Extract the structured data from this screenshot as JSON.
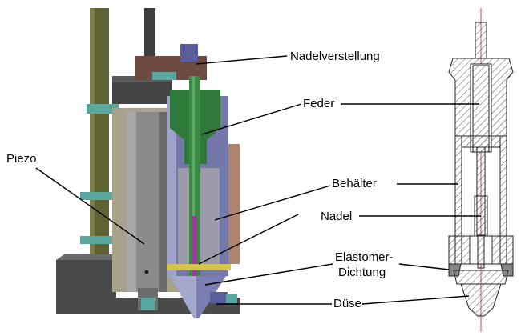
{
  "labels": {
    "nadelverstellung": "Nadelverstellung",
    "feder": "Feder",
    "piezo": "Piezo",
    "behaelter": "Behälter",
    "nadel": "Nadel",
    "dichtung_line1": "Elastomer-",
    "dichtung_line2": "Dichtung",
    "duese": "Düse"
  },
  "colors": {
    "olive_frame": "#5f6232",
    "steel_dark": "#5a5a5a",
    "steel_light": "#c9c9c9",
    "piezo_gray": "#8a8a8a",
    "housing_blue": "#7378a8",
    "needle_green": "#2f7a3a",
    "adjuster_brown": "#6d4b43",
    "fitting_teal": "#5aa7a0",
    "reservoir_tan": "#b0836f",
    "needle_purple": "#9a3aa0",
    "seal_yellow": "#d4c24a",
    "axis_red": "#d23c6e"
  }
}
